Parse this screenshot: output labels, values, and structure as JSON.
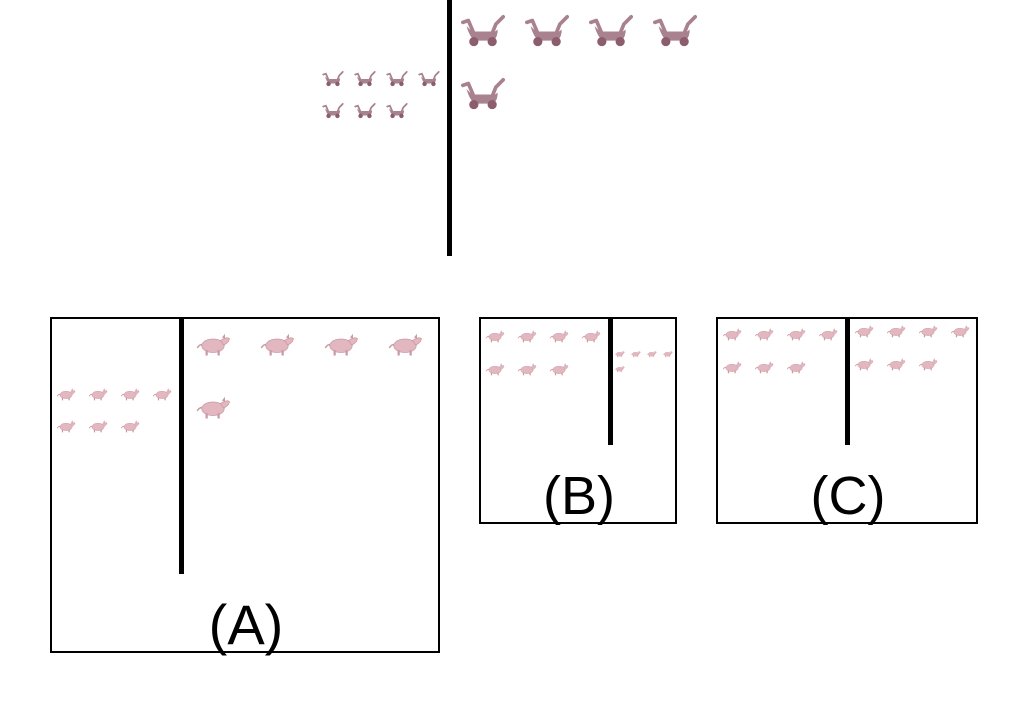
{
  "prompt": {
    "left_group": {
      "icon": "toy-cart-icon",
      "count": 7
    },
    "right_group": {
      "icon": "toy-cart-icon",
      "count": 5
    }
  },
  "options": [
    {
      "label": "(A)",
      "left_group": {
        "icon": "pig-icon",
        "count": 7
      },
      "right_group": {
        "icon": "pig-icon",
        "count": 5
      }
    },
    {
      "label": "(B)",
      "left_group": {
        "icon": "pig-icon",
        "count": 7
      },
      "right_group": {
        "icon": "pig-icon",
        "count": 5
      }
    },
    {
      "label": "(C)",
      "left_group": {
        "icon": "pig-icon",
        "count": 7
      },
      "right_group": {
        "icon": "pig-icon",
        "count": 7
      }
    }
  ],
  "colors": {
    "cart": "#a8828f",
    "cart_wheel": "#8c5d6f",
    "pig": "#e3b7bf",
    "pig_outline": "#c99aa4",
    "line": "#000000"
  }
}
